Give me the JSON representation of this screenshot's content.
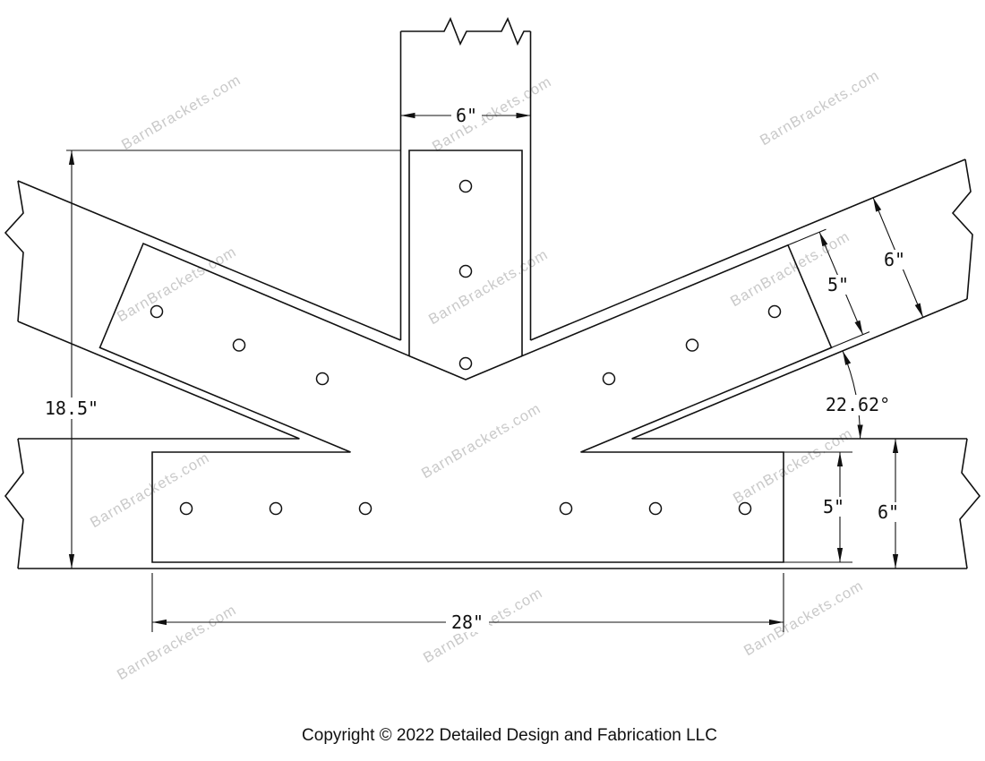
{
  "watermark": {
    "text": "BarnBrackets.com"
  },
  "footer": {
    "copyright": "Copyright © 2022 Detailed Design and Fabrication LLC"
  },
  "dims": {
    "post_width": "6\"",
    "overall_height": "18.5\"",
    "diag_plate_width": "5\"",
    "diag_beam_width": "6\"",
    "brace_angle": "22.62°",
    "plate_height": "5\"",
    "beam_height": "6\"",
    "plate_length": "28\""
  }
}
